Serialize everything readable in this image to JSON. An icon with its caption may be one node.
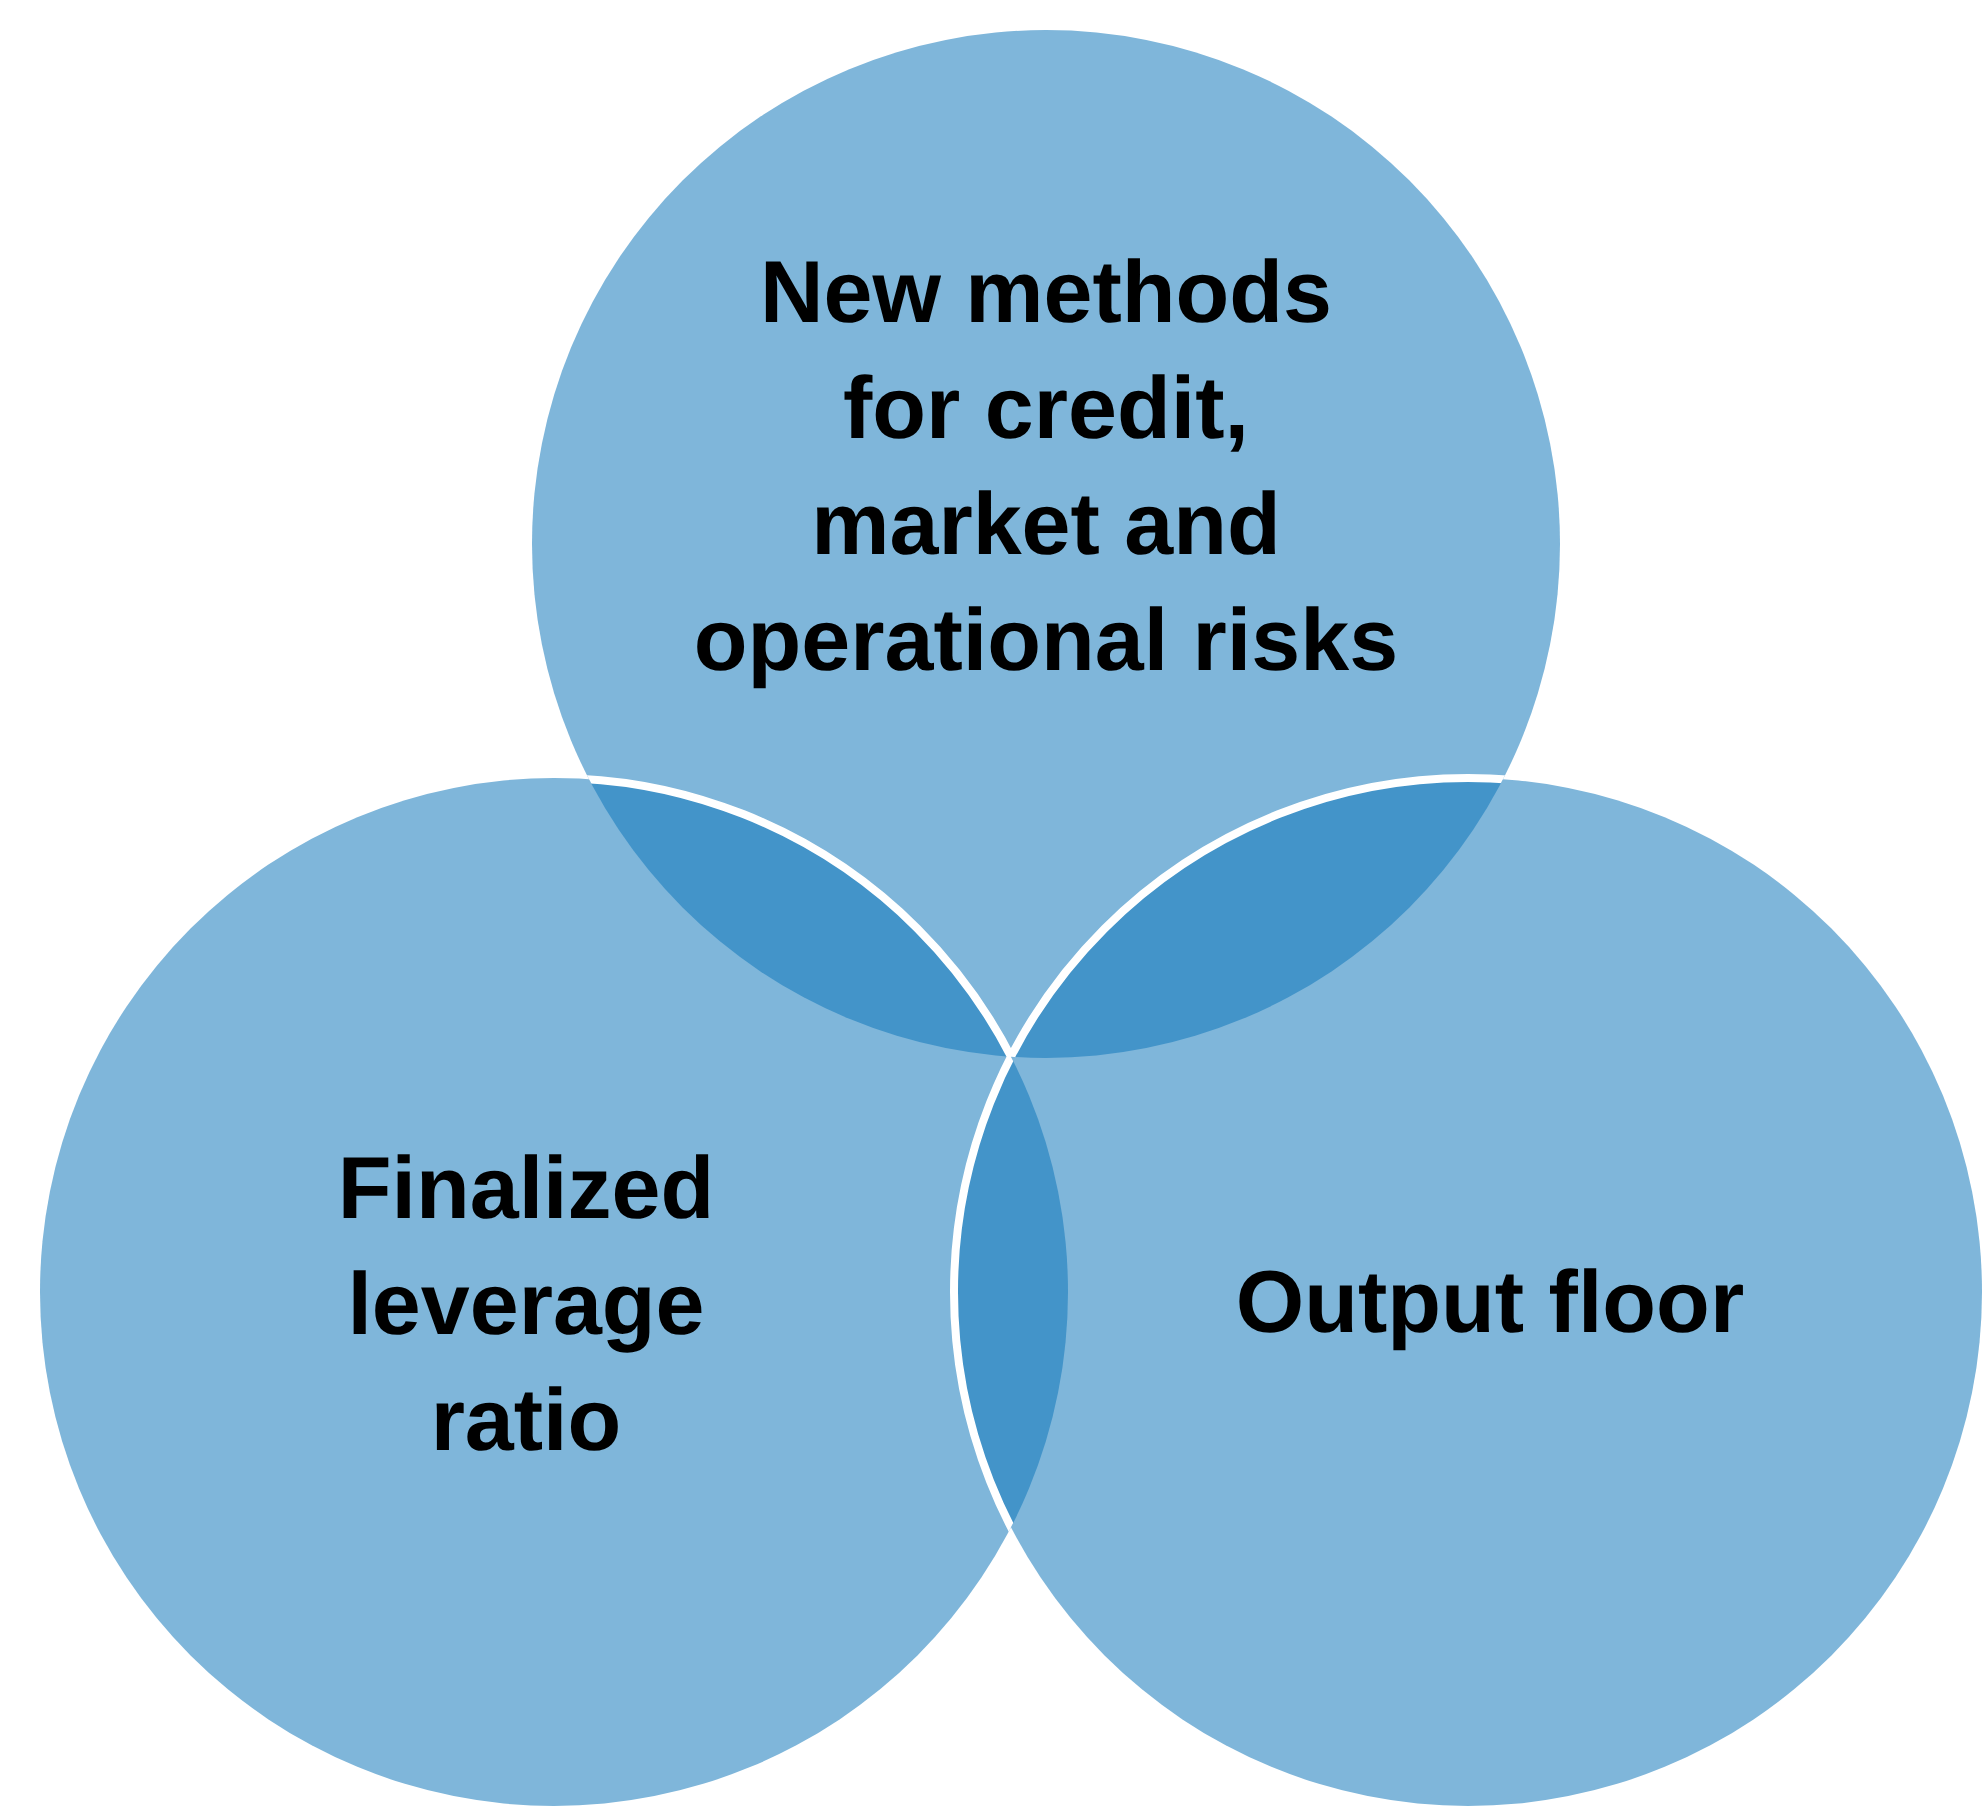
{
  "diagram": {
    "nodes": [
      {
        "text": [
          "New methods for credit, market and operational risks"
        ]
      },
      {
        "text": [
          "Finalized leverage ratio"
        ]
      },
      {
        "text": [
          "Output floor"
        ]
      }
    ]
  }
}
